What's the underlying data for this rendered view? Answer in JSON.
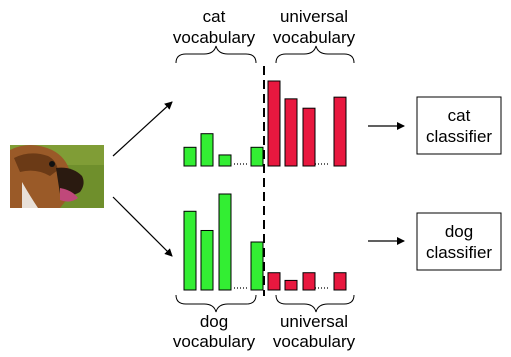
{
  "labels": {
    "cat_vocab_line1": "cat",
    "cat_vocab_line2": "vocabulary",
    "universal_top_line1": "universal",
    "universal_top_line2": "vocabulary",
    "dog_vocab_line1": "dog",
    "dog_vocab_line2": "vocabulary",
    "universal_bottom_line1": "universal",
    "universal_bottom_line2": "vocabulary"
  },
  "classifiers": {
    "cat_line1": "cat",
    "cat_line2": "classifier",
    "dog_line1": "dog",
    "dog_line2": "classifier"
  },
  "colors": {
    "green": "#33ee33",
    "red": "#e8183f",
    "stroke": "#000000"
  },
  "image": {
    "subject": "boxer-dog-photo"
  },
  "chart_data": [
    {
      "type": "bar",
      "name": "cat histogram",
      "groups": [
        {
          "color": "green",
          "values": [
            0.22,
            0.38,
            0.13
          ],
          "ellipsis_then": 0.22
        },
        {
          "color": "red",
          "values": [
            1.0,
            0.79,
            0.68
          ],
          "ellipsis_then": 0.81
        }
      ]
    },
    {
      "type": "bar",
      "name": "dog histogram",
      "groups": [
        {
          "color": "green",
          "values": [
            0.82,
            0.62,
            1.0
          ],
          "ellipsis_then": 0.5
        },
        {
          "color": "red",
          "values": [
            0.18,
            0.1,
            0.18
          ],
          "ellipsis_then": 0.18
        }
      ]
    }
  ]
}
